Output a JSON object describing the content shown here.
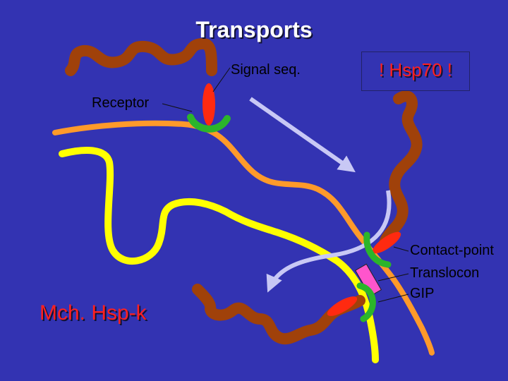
{
  "title": "Transports",
  "labels": {
    "signal_seq": "Signal seq.",
    "hsp70": "! Hsp70 !",
    "receptor": "Receptor",
    "contact_point": "Contact-point",
    "translocon": "Translocon",
    "gip": "GIP",
    "mch_hsp": "Mch. Hsp-k"
  },
  "colors": {
    "background": "#3333b2",
    "protein_chain": "#a0410a",
    "outer_membrane": "#ff9a2a",
    "inner_membrane": "#ffff00",
    "signal_sequence": "#ff2a10",
    "receptor": "#2bb52b",
    "translocon": "#ff55cc",
    "arrow": "#c8c8f5",
    "emphasis_text": "#ff2020"
  }
}
